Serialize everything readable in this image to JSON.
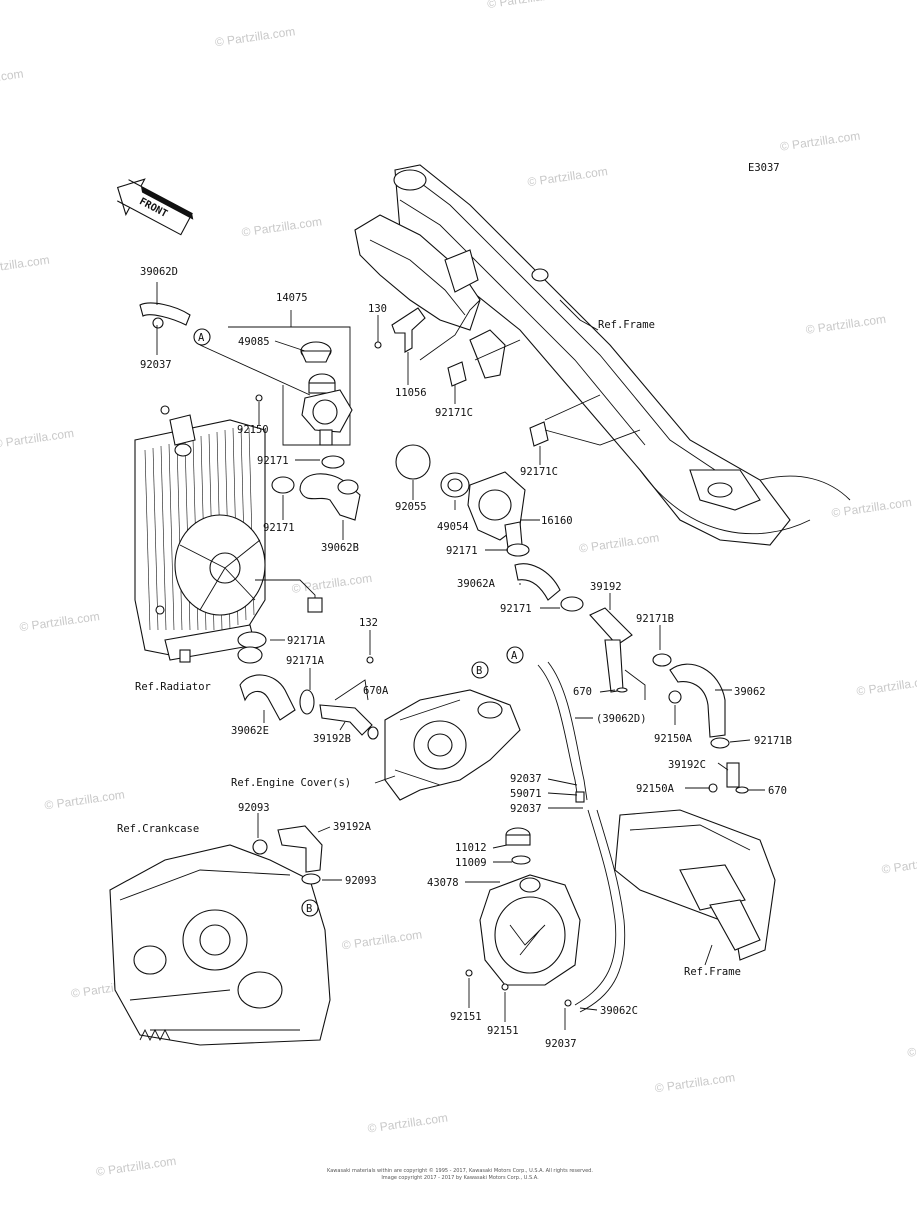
{
  "diagram_code": "E3037",
  "front_arrow_label": "FRONT",
  "watermark_text": "© Partzilla.com",
  "callouts": {
    "A": "A",
    "B": "B"
  },
  "part_labels": {
    "p39062D": "39062D",
    "p92037_a": "92037",
    "p14075": "14075",
    "p49085": "49085",
    "p130": "130",
    "p11056": "11056",
    "p92171C_a": "92171C",
    "p92171C_b": "92171C",
    "p92150": "92150",
    "p92171_a": "92171",
    "p92171_b": "92171",
    "p39062B": "39062B",
    "p92055": "92055",
    "p49054": "49054",
    "p16160": "16160",
    "p92171_c": "92171",
    "p39062A": "39062A",
    "p92171_d": "92171",
    "p39192": "39192",
    "p92171B_a": "92171B",
    "p670_a": "670",
    "p39062": "39062",
    "p39062D_ref": "(39062D)",
    "p92150A_a": "92150A",
    "p92171B_b": "92171B",
    "p39192C": "39192C",
    "p92150A_b": "92150A",
    "p670_b": "670",
    "p92171A_a": "92171A",
    "p92171A_b": "92171A",
    "p132": "132",
    "p670A": "670A",
    "p39062E": "39062E",
    "p39192B": "39192B",
    "p92093_a": "92093",
    "p39192A": "39192A",
    "p92093_b": "92093",
    "p92037_b": "92037",
    "p59071": "59071",
    "p92037_c": "92037",
    "p11012": "11012",
    "p11009": "11009",
    "p43078": "43078",
    "p92151_a": "92151",
    "p92151_b": "92151",
    "p92037_d": "92037",
    "p39062C": "39062C"
  },
  "ref_labels": {
    "frame_top": "Ref.Frame",
    "radiator": "Ref.Radiator",
    "engine_cover": "Ref.Engine Cover(s)",
    "crankcase": "Ref.Crankcase",
    "frame_bottom": "Ref.Frame"
  },
  "footer_lines": [
    "Kawasaki materials within are copyright © 1995 - 2017, Kawasaki Motors Corp., U.S.A. All rights reserved.",
    "Image copyright 2017 - 2017 by Kawasaki Motors Corp., U.S.A."
  ]
}
